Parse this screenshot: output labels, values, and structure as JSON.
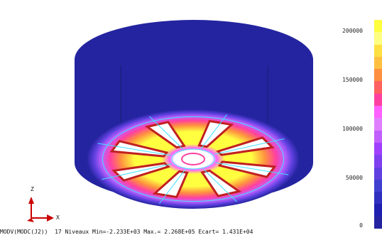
{
  "colorbar": {
    "ticks": [
      "200000",
      "150000",
      "100000",
      "50000",
      "0"
    ],
    "colors": [
      "#ffff40",
      "#ffff80",
      "#ffe040",
      "#ffc040",
      "#ff9040",
      "#ff6060",
      "#ff40a0",
      "#ff60ff",
      "#e080ff",
      "#c060ff",
      "#a040ff",
      "#8040f0",
      "#6040e0",
      "#4040d0",
      "#3030c0",
      "#2020b0",
      "#2424a0"
    ]
  },
  "status": {
    "text": "MODV(MODC(J2))  17 Niveaux Min=-2.233E+03 Max.= 2.268E+05 Ecart= 1.431E+04"
  },
  "axes": {
    "z_label": "Z",
    "x_label": "X"
  },
  "colors": {
    "cylinder": "#2424a0",
    "cylinder_dark": "#1c1c88",
    "hot": "#ffff40",
    "warm": "#ff6040",
    "white_blade": "#ffffff",
    "cyan_lines": "#40e0ff",
    "axis_red": "#cc0000"
  }
}
